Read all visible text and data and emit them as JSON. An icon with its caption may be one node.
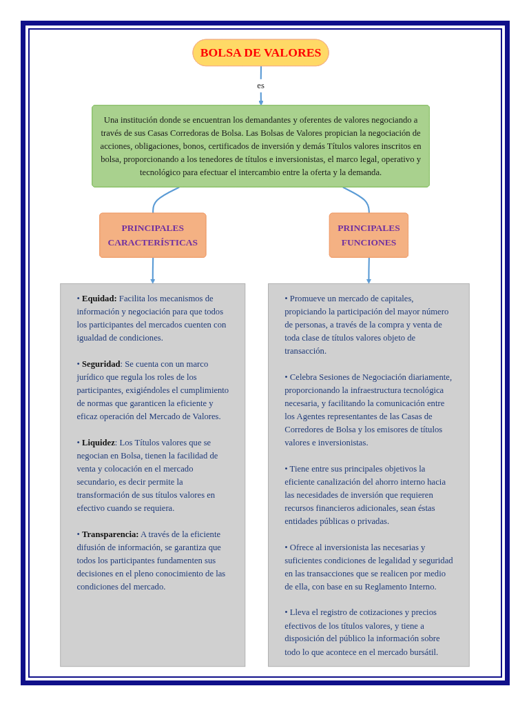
{
  "diagram": {
    "nodes": [
      {
        "text": [
          "BOLSA DE VALORES"
        ]
      },
      {
        "text": [
          "Una institución donde se encuentran los demandantes y oferentes de valores negociando a través de sus Casas Corredoras de Bolsa. Las Bolsas de Valores propician la negociación de acciones, obligaciones, bonos, certificados de inversión y demás Títulos valores inscritos en bolsa, proporcionando a los tenedores de títulos e inversionistas, el marco legal, operativo y tecnológico para efectuar el intercambio entre la oferta y la demanda."
        ]
      },
      {
        "text": [
          "PRINCIPALES CARACTERÍSTICAS"
        ]
      },
      {
        "text": [
          "PRINCIPALES FUNCIONES"
        ]
      },
      {
        "text": [
          "• **Equidad:** Facilita los mecanismos de información y negociación para que todos los participantes del mercados cuenten con igualdad de condiciones.",
          "• **Seguridad**: Se cuenta con un marco jurídico que regula los roles de los participantes, exigiéndoles el cumplimiento de normas que garanticen la eficiente y eficaz operación del Mercado de Valores.",
          "• **Liquidez**: Los Títulos valores que se negocian en Bolsa, tienen la facilidad de venta y colocación en el mercado secundario, es decir permite la transformación de sus títulos valores en efectivo cuando se requiera.",
          "• **Transparencia:** A través de la eficiente difusión de información, se garantiza que todos los participantes fundamenten sus decisiones en el pleno conocimiento de las condiciones del mercado."
        ]
      },
      {
        "text": [
          "• Promueve un mercado de capitales, propiciando la participación del mayor número de personas, a través de la compra y venta de toda clase de títulos valores objeto de transacción.",
          "• Celebra Sesiones de Negociación diariamente, proporcionando la infraestructura tecnológica necesaria, y facilitando la comunicación entre los Agentes representantes de las Casas de Corredores de Bolsa y los emisores de títulos valores e inversionistas.",
          "• Tiene entre sus principales objetivos la eficiente canalización del ahorro interno hacia las necesidades de inversión que requieren recursos financieros adicionales, sean éstas entidades públicas o privadas.",
          "• Ofrece al inversionista las necesarias y suficientes condiciones de legalidad y seguridad en las transacciones que se realicen por medio de ella, con base en su Reglamento Interno.",
          "• Lleva el registro de cotizaciones y precios efectivos de los títulos valores, y tiene a disposición del público la información sobre todo lo que acontece en el mercado bursátil."
        ]
      }
    ],
    "edges": [
      {
        "from": 0,
        "to": 1,
        "arrow": "to",
        "label": "es"
      },
      {
        "from": 1,
        "to": 2,
        "arrow": "none"
      },
      {
        "from": 1,
        "to": 3,
        "arrow": "none"
      },
      {
        "from": 2,
        "to": 4,
        "arrow": "to"
      },
      {
        "from": 3,
        "to": 5,
        "arrow": "to"
      }
    ]
  }
}
